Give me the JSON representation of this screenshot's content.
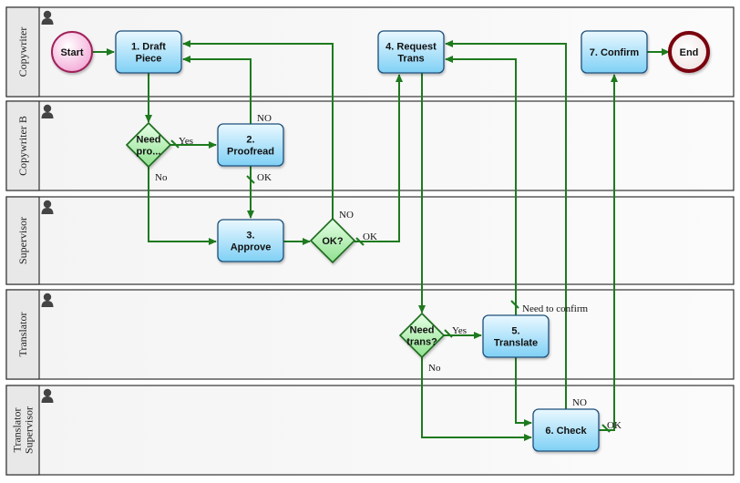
{
  "diagram": {
    "lanes": [
      {
        "id": "copywriter",
        "label_lines": [
          "Copywriter"
        ]
      },
      {
        "id": "copywriter_b",
        "label_lines": [
          "Copywriter B"
        ]
      },
      {
        "id": "supervisor",
        "label_lines": [
          "Supervisor"
        ]
      },
      {
        "id": "translator",
        "label_lines": [
          "Translator"
        ]
      },
      {
        "id": "translator_supervisor",
        "label_lines": [
          "Translator",
          "Supervisor"
        ]
      }
    ],
    "nodes": [
      {
        "id": "start",
        "type": "start",
        "text_lines": [
          "Start"
        ]
      },
      {
        "id": "draft",
        "type": "task",
        "text_lines": [
          "1. Draft",
          "Piece"
        ]
      },
      {
        "id": "request",
        "type": "task",
        "text_lines": [
          "4. Request",
          "Trans"
        ]
      },
      {
        "id": "confirm",
        "type": "task",
        "text_lines": [
          "7. Confirm"
        ]
      },
      {
        "id": "end",
        "type": "end",
        "text_lines": [
          "End"
        ]
      },
      {
        "id": "needpro",
        "type": "gateway",
        "text_lines": [
          "Need",
          "pro..."
        ]
      },
      {
        "id": "proofread",
        "type": "task",
        "text_lines": [
          "2.",
          "Proofread"
        ]
      },
      {
        "id": "approve",
        "type": "task",
        "text_lines": [
          "3.",
          "Approve"
        ]
      },
      {
        "id": "ok",
        "type": "gateway",
        "text_lines": [
          "OK?"
        ]
      },
      {
        "id": "needtrans",
        "type": "gateway",
        "text_lines": [
          "Need",
          "trans?"
        ]
      },
      {
        "id": "translate",
        "type": "task",
        "text_lines": [
          "5.",
          "Translate"
        ]
      },
      {
        "id": "check",
        "type": "task",
        "text_lines": [
          "6. Check"
        ]
      }
    ],
    "edges": [
      {
        "id": "e1",
        "from": "start",
        "to": "draft",
        "label": ""
      },
      {
        "id": "e2",
        "from": "draft",
        "to": "needpro",
        "label": ""
      },
      {
        "id": "e3",
        "from": "needpro",
        "to": "proofread",
        "label": "Yes"
      },
      {
        "id": "e4",
        "from": "needpro",
        "to": "approve",
        "label": "No"
      },
      {
        "id": "e5",
        "from": "proofread",
        "to": "draft",
        "label": "NO"
      },
      {
        "id": "e6",
        "from": "proofread",
        "to": "approve",
        "label": "OK"
      },
      {
        "id": "e7",
        "from": "approve",
        "to": "ok",
        "label": ""
      },
      {
        "id": "e8",
        "from": "ok",
        "to": "draft",
        "label": "NO"
      },
      {
        "id": "e9",
        "from": "ok",
        "to": "request",
        "label": "OK"
      },
      {
        "id": "e10",
        "from": "request",
        "to": "needtrans",
        "label": ""
      },
      {
        "id": "e11",
        "from": "needtrans",
        "to": "translate",
        "label": "Yes"
      },
      {
        "id": "e12",
        "from": "needtrans",
        "to": "check",
        "label": "No"
      },
      {
        "id": "e13",
        "from": "translate",
        "to": "request",
        "label": "Need to confirm"
      },
      {
        "id": "e14",
        "from": "translate",
        "to": "check",
        "label": ""
      },
      {
        "id": "e15",
        "from": "check",
        "to": "request",
        "label": "NO"
      },
      {
        "id": "e16",
        "from": "check",
        "to": "confirm",
        "label": "OK"
      },
      {
        "id": "e17",
        "from": "confirm",
        "to": "end",
        "label": ""
      }
    ]
  },
  "colors": {
    "edge": "#1e7a1e",
    "task_fill_top": "#eaf8ff",
    "task_fill_bottom": "#7fd0f5",
    "task_stroke": "#1f4f7a",
    "gateway_fill": "#b8f0b8",
    "gateway_stroke": "#1a6a1a",
    "start_fill": "#f8c6e6",
    "start_stroke": "#a0225a",
    "end_stroke": "#7a0010",
    "lane_border": "#333333",
    "lane_header": "#e8e8e8"
  },
  "icons": {
    "lane_icon": "person-icon"
  }
}
